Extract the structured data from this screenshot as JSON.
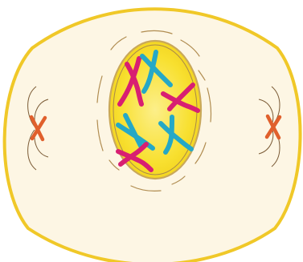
{
  "colors": {
    "background": "#ffffff",
    "cell_membrane": "#f0c828",
    "cytoplasm": "#fdf6e4",
    "nucleus_fill": "#f8e030",
    "nucleus_center": "#fcef8a",
    "nuclear_envelope": "#b08c50",
    "chromosome_magenta": "#d81f72",
    "chromosome_cyan": "#25a8c6",
    "centrosome": "#e0602c",
    "spindle_fiber": "#7a5a35"
  },
  "structures": [
    {
      "name": "cell-membrane",
      "icon": "ellipse"
    },
    {
      "name": "nucleus",
      "icon": "ellipse"
    },
    {
      "name": "fragmenting-nuclear-envelope",
      "icon": "dashed-arc"
    },
    {
      "name": "chromosomes",
      "count": 6,
      "color_groups": [
        "magenta",
        "cyan"
      ]
    },
    {
      "name": "centrosomes",
      "count": 2
    },
    {
      "name": "spindle-fibers",
      "count": 8
    }
  ]
}
